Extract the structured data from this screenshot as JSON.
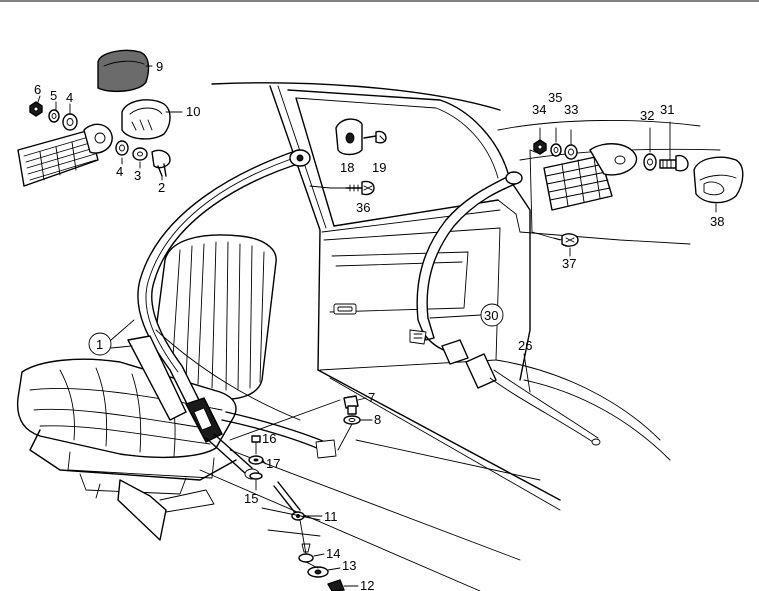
{
  "diagram": {
    "callouts": [
      {
        "id": "c1",
        "text": "1",
        "circled": true
      },
      {
        "id": "c2",
        "text": "2"
      },
      {
        "id": "c3",
        "text": "3"
      },
      {
        "id": "c4a",
        "text": "4"
      },
      {
        "id": "c4b",
        "text": "4"
      },
      {
        "id": "c5",
        "text": "5"
      },
      {
        "id": "c6",
        "text": "6"
      },
      {
        "id": "c7",
        "text": "7"
      },
      {
        "id": "c8",
        "text": "8"
      },
      {
        "id": "c9",
        "text": "9"
      },
      {
        "id": "c10",
        "text": "10"
      },
      {
        "id": "c11",
        "text": "11"
      },
      {
        "id": "c12",
        "text": "12"
      },
      {
        "id": "c13",
        "text": "13"
      },
      {
        "id": "c14",
        "text": "14"
      },
      {
        "id": "c15",
        "text": "15"
      },
      {
        "id": "c16",
        "text": "16"
      },
      {
        "id": "c17",
        "text": "17"
      },
      {
        "id": "c18",
        "text": "18"
      },
      {
        "id": "c19",
        "text": "19"
      },
      {
        "id": "c26",
        "text": "26"
      },
      {
        "id": "c30",
        "text": "30",
        "circled": true
      },
      {
        "id": "c31",
        "text": "31"
      },
      {
        "id": "c32",
        "text": "32"
      },
      {
        "id": "c33",
        "text": "33"
      },
      {
        "id": "c34",
        "text": "34"
      },
      {
        "id": "c35",
        "text": "35"
      },
      {
        "id": "c36",
        "text": "36"
      },
      {
        "id": "c37",
        "text": "37"
      },
      {
        "id": "c38",
        "text": "38"
      }
    ]
  }
}
